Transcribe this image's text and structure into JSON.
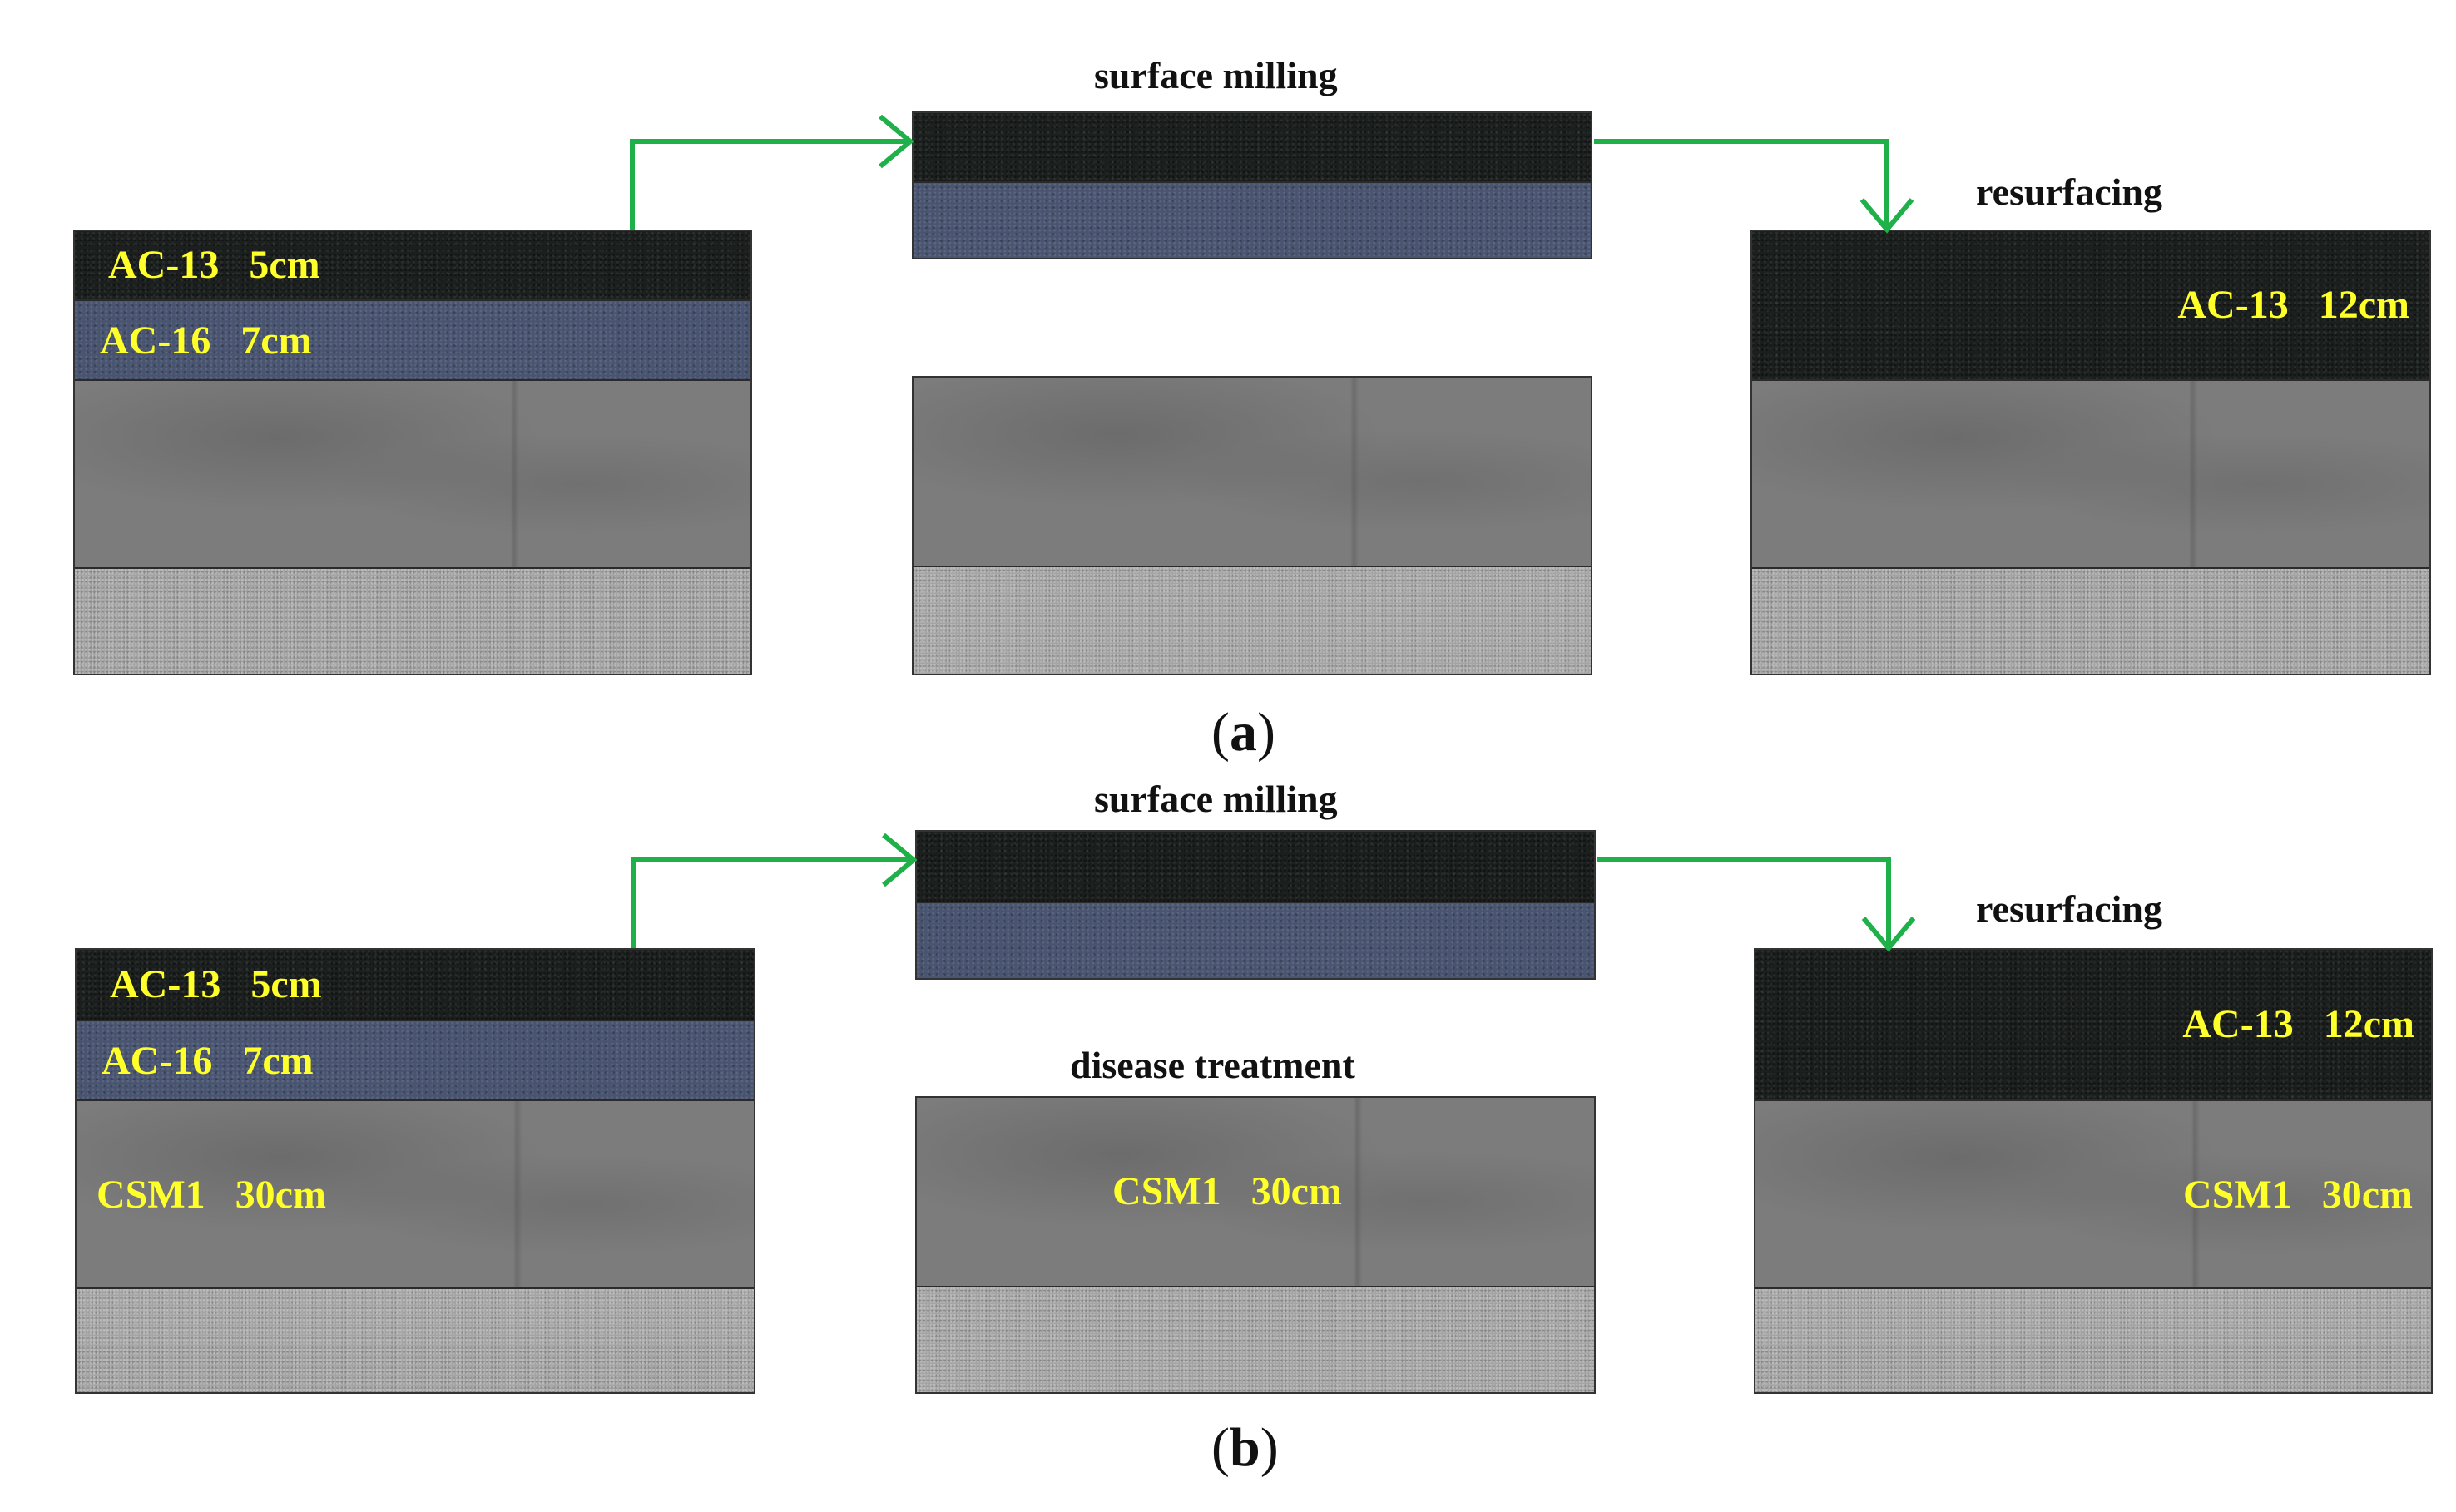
{
  "captions": {
    "a_milling": "surface milling",
    "a_resurfacing": "resurfacing",
    "b_milling": "surface milling",
    "b_disease": "disease treatment",
    "b_resurfacing": "resurfacing"
  },
  "panel_labels": {
    "a": [
      "(",
      "a",
      ")"
    ],
    "b": [
      "(",
      "b",
      ")"
    ]
  },
  "layers": {
    "ac13_5": "AC-13   5cm",
    "ac16_7": "AC-16   7cm",
    "ac13_12": "AC-13   12cm",
    "csm1_30": "CSM1   30cm"
  },
  "colors": {
    "arrow": "#1fb04a",
    "label_text": "#ffff2a"
  }
}
